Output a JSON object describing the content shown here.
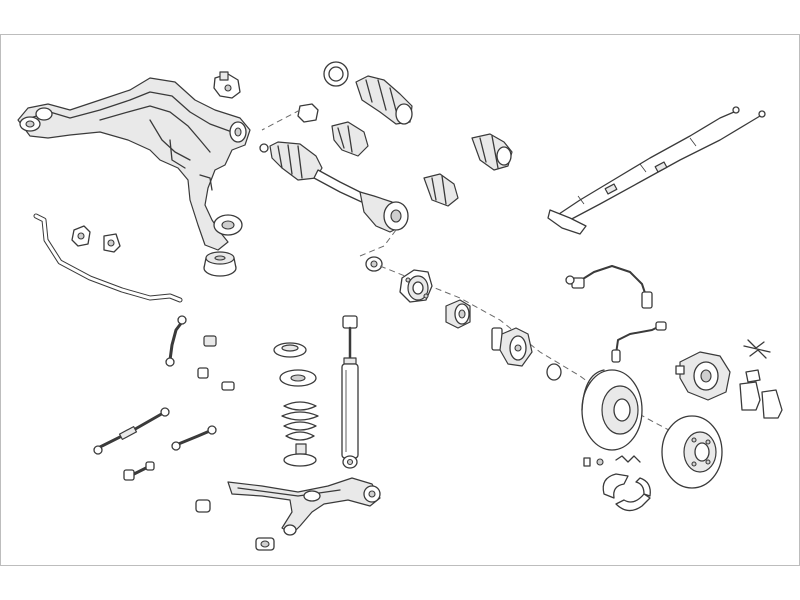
{
  "diagram": {
    "parts": [
      {
        "id": "front-subframe"
      },
      {
        "id": "subframe-bracket"
      },
      {
        "id": "subframe-mount-bushing"
      },
      {
        "id": "anti-roll-bar"
      },
      {
        "id": "anti-roll-bar-bushing"
      },
      {
        "id": "stabilizer-link"
      },
      {
        "id": "drive-shaft"
      },
      {
        "id": "cv-joint-boot"
      },
      {
        "id": "shaft-seal-ring"
      },
      {
        "id": "parking-brake-cable"
      },
      {
        "id": "abs-sensor-cable"
      },
      {
        "id": "brake-hose"
      },
      {
        "id": "wheel-hub"
      },
      {
        "id": "wheel-bearing"
      },
      {
        "id": "wheel-bearing-kit"
      },
      {
        "id": "brake-disc"
      },
      {
        "id": "brake-pads"
      },
      {
        "id": "brake-caliper"
      },
      {
        "id": "brake-shoes"
      },
      {
        "id": "shock-absorber"
      },
      {
        "id": "coil-spring-bump-stop"
      },
      {
        "id": "strut-mount"
      },
      {
        "id": "control-arm"
      },
      {
        "id": "tie-rod"
      },
      {
        "id": "adjustable-links"
      }
    ]
  }
}
